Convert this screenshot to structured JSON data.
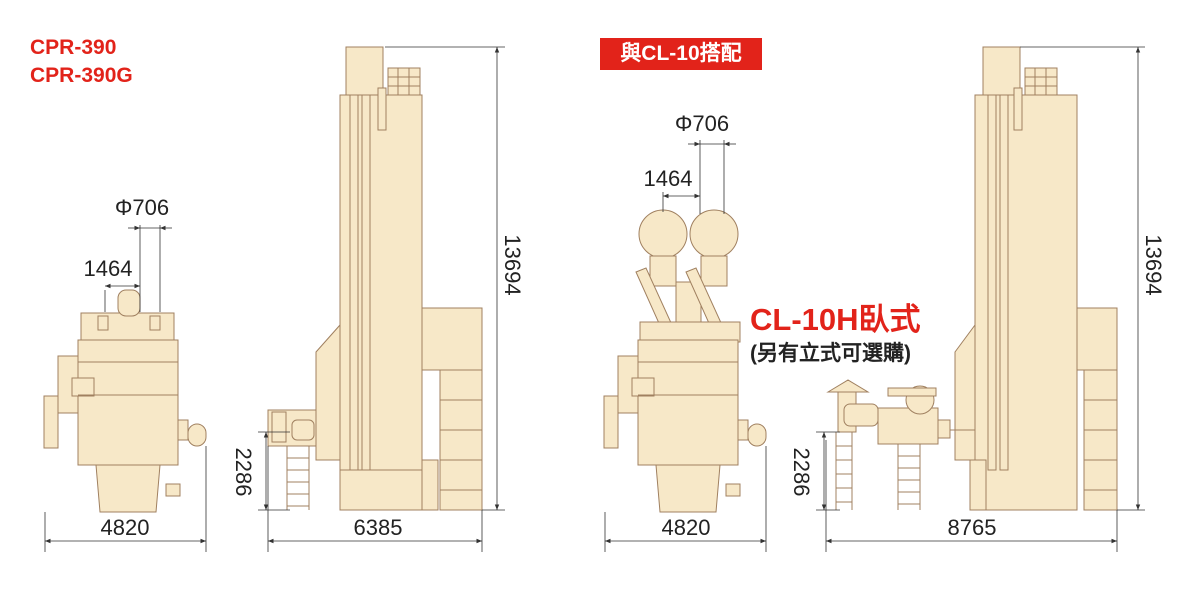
{
  "colors": {
    "accent": "#e2231a",
    "machine_fill": "#f7e8c8",
    "machine_stroke": "#a08060",
    "dimension": "#333333"
  },
  "left_panel": {
    "model_names": [
      "CPR-390",
      "CPR-390G"
    ],
    "dims": {
      "diameter": "Φ706",
      "spacing": "1464",
      "base_width": "4820",
      "layout_width": "6385",
      "height": "13694",
      "lower_height": "2286"
    }
  },
  "right_panel": {
    "combo_label": "與CL-10搭配",
    "option_title": "CL-10H臥式",
    "option_subtitle": "(另有立式可選購)",
    "dims": {
      "diameter": "Φ706",
      "spacing": "1464",
      "base_width": "4820",
      "layout_width": "8765",
      "height": "13694",
      "lower_height": "2286"
    }
  }
}
